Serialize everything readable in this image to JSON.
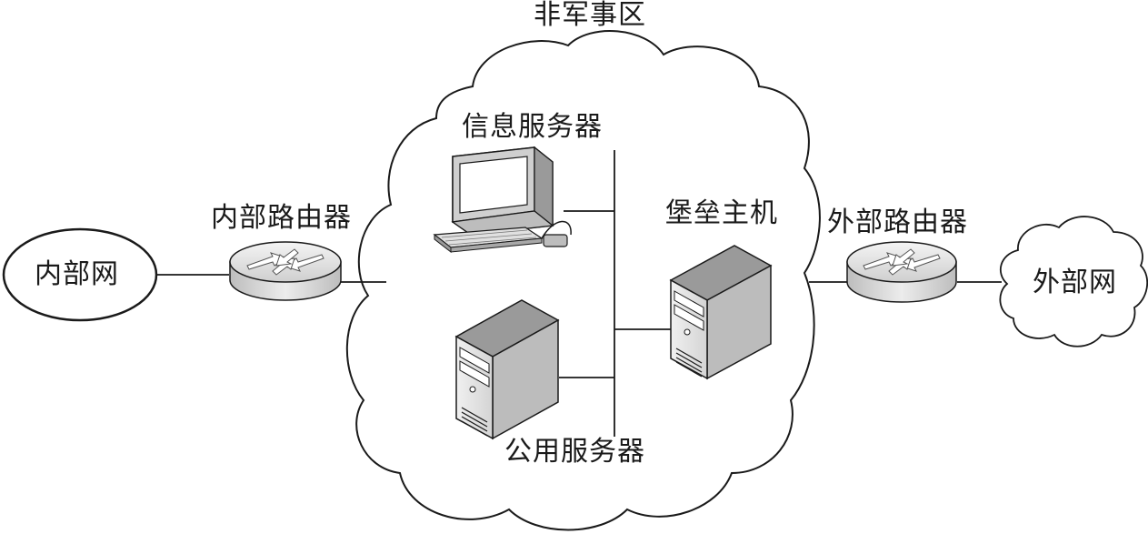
{
  "labels": {
    "dmz": "非军事区",
    "info_server": "信息服务器",
    "internal_router": "内部路由器",
    "bastion_host": "堡垒主机",
    "external_router": "外部路由器",
    "internal_network": "内部网",
    "external_network": "外部网",
    "public_server": "公用服务器"
  },
  "colors": {
    "stroke": "#1a1a1a",
    "device_light": "#e8e8e8",
    "device_mid": "#bdbdbd",
    "device_dark": "#8a8a8a"
  }
}
